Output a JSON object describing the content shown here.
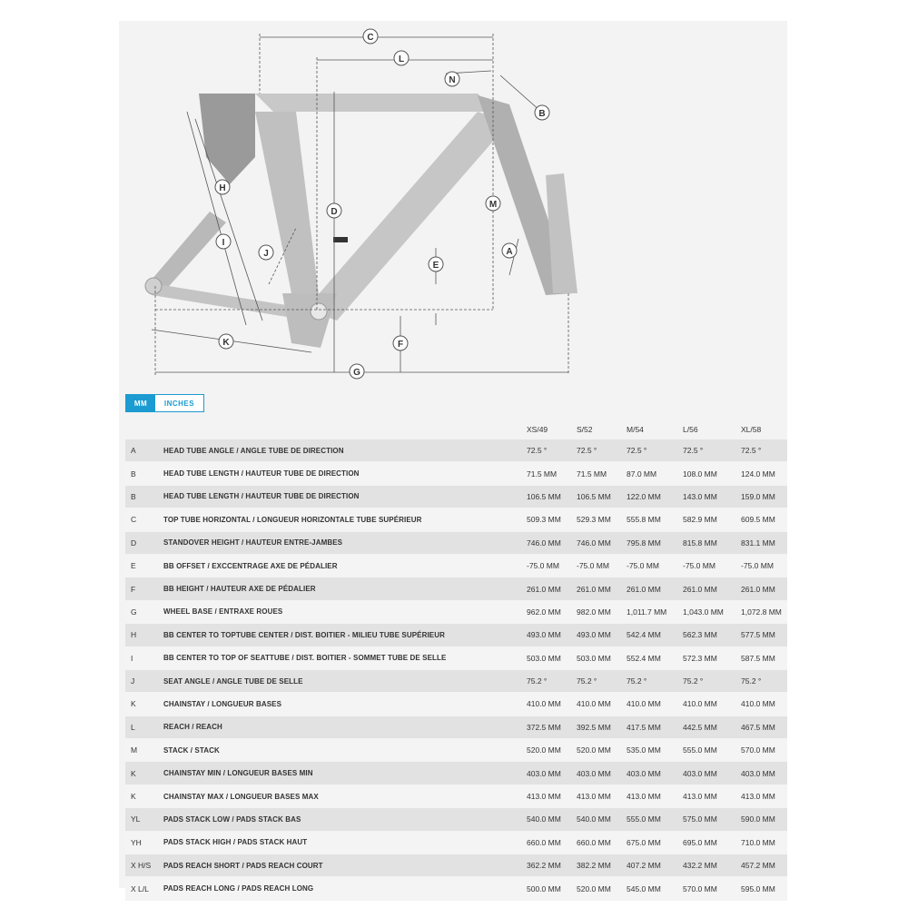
{
  "diagram": {
    "labels": [
      "C",
      "L",
      "N",
      "B",
      "H",
      "D",
      "M",
      "I",
      "J",
      "A",
      "E",
      "K",
      "F",
      "G"
    ]
  },
  "units": {
    "mm": "MM",
    "inches": "INCHES"
  },
  "table": {
    "sizes": [
      "XS/49",
      "S/52",
      "M/54",
      "L/56",
      "XL/58"
    ],
    "rows": [
      {
        "code": "A",
        "label": "HEAD TUBE ANGLE / ANGLE TUBE DE DIRECTION",
        "values": [
          "72.5 °",
          "72.5 °",
          "72.5 °",
          "72.5 °",
          "72.5 °"
        ]
      },
      {
        "code": "B",
        "label": "HEAD TUBE LENGTH / HAUTEUR TUBE DE DIRECTION",
        "values": [
          "71.5 MM",
          "71.5 MM",
          "87.0 MM",
          "108.0 MM",
          "124.0 MM"
        ]
      },
      {
        "code": "B",
        "label": "HEAD TUBE LENGTH / HAUTEUR TUBE DE DIRECTION",
        "values": [
          "106.5 MM",
          "106.5 MM",
          "122.0 MM",
          "143.0 MM",
          "159.0 MM"
        ]
      },
      {
        "code": "C",
        "label": "TOP TUBE HORIZONTAL / LONGUEUR HORIZONTALE TUBE SUPÉRIEUR",
        "values": [
          "509.3 MM",
          "529.3 MM",
          "555.8 MM",
          "582.9 MM",
          "609.5 MM"
        ]
      },
      {
        "code": "D",
        "label": "STANDOVER HEIGHT / HAUTEUR ENTRE-JAMBES",
        "values": [
          "746.0 MM",
          "746.0 MM",
          "795.8 MM",
          "815.8 MM",
          "831.1 MM"
        ]
      },
      {
        "code": "E",
        "label": "BB OFFSET / EXCCENTRAGE AXE DE PÉDALIER",
        "values": [
          "-75.0 MM",
          "-75.0 MM",
          "-75.0 MM",
          "-75.0 MM",
          "-75.0 MM"
        ]
      },
      {
        "code": "F",
        "label": "BB HEIGHT / HAUTEUR AXE DE PÉDALIER",
        "values": [
          "261.0 MM",
          "261.0 MM",
          "261.0 MM",
          "261.0 MM",
          "261.0 MM"
        ]
      },
      {
        "code": "G",
        "label": "WHEEL BASE / ENTRAXE ROUES",
        "values": [
          "962.0 MM",
          "982.0 MM",
          "1,011.7 MM",
          "1,043.0 MM",
          "1,072.8 MM"
        ]
      },
      {
        "code": "H",
        "label": "BB CENTER TO TOPTUBE CENTER / DIST. BOITIER - MILIEU TUBE SUPÉRIEUR",
        "values": [
          "493.0 MM",
          "493.0 MM",
          "542.4 MM",
          "562.3 MM",
          "577.5 MM"
        ]
      },
      {
        "code": "I",
        "label": "BB CENTER TO TOP OF SEATTUBE / DIST. BOITIER - SOMMET TUBE DE SELLE",
        "values": [
          "503.0 MM",
          "503.0 MM",
          "552.4 MM",
          "572.3 MM",
          "587.5 MM"
        ]
      },
      {
        "code": "J",
        "label": "SEAT ANGLE / ANGLE TUBE DE SELLE",
        "values": [
          "75.2 °",
          "75.2 °",
          "75.2 °",
          "75.2 °",
          "75.2 °"
        ]
      },
      {
        "code": "K",
        "label": "CHAINSTAY / LONGUEUR BASES",
        "values": [
          "410.0 MM",
          "410.0 MM",
          "410.0 MM",
          "410.0 MM",
          "410.0 MM"
        ]
      },
      {
        "code": "L",
        "label": "REACH / REACH",
        "values": [
          "372.5 MM",
          "392.5 MM",
          "417.5 MM",
          "442.5 MM",
          "467.5 MM"
        ]
      },
      {
        "code": "M",
        "label": "STACK / STACK",
        "values": [
          "520.0 MM",
          "520.0 MM",
          "535.0 MM",
          "555.0 MM",
          "570.0 MM"
        ]
      },
      {
        "code": "K",
        "label": "CHAINSTAY MIN / LONGUEUR BASES MIN",
        "values": [
          "403.0 MM",
          "403.0 MM",
          "403.0 MM",
          "403.0 MM",
          "403.0 MM"
        ]
      },
      {
        "code": "K",
        "label": "CHAINSTAY MAX / LONGUEUR BASES MAX",
        "values": [
          "413.0 MM",
          "413.0 MM",
          "413.0 MM",
          "413.0 MM",
          "413.0 MM"
        ]
      },
      {
        "code": "YL",
        "label": "PADS STACK LOW / PADS STACK BAS",
        "values": [
          "540.0 MM",
          "540.0 MM",
          "555.0 MM",
          "575.0 MM",
          "590.0 MM"
        ]
      },
      {
        "code": "YH",
        "label": "PADS STACK HIGH / PADS STACK HAUT",
        "values": [
          "660.0 MM",
          "660.0 MM",
          "675.0 MM",
          "695.0 MM",
          "710.0 MM"
        ]
      },
      {
        "code": "X H/S",
        "label": "PADS REACH SHORT / PADS REACH COURT",
        "values": [
          "362.2 MM",
          "382.2 MM",
          "407.2 MM",
          "432.2 MM",
          "457.2 MM"
        ]
      },
      {
        "code": "X L/L",
        "label": "PADS REACH LONG / PADS REACH LONG",
        "values": [
          "500.0 MM",
          "520.0 MM",
          "545.0 MM",
          "570.0 MM",
          "595.0 MM"
        ]
      }
    ]
  }
}
